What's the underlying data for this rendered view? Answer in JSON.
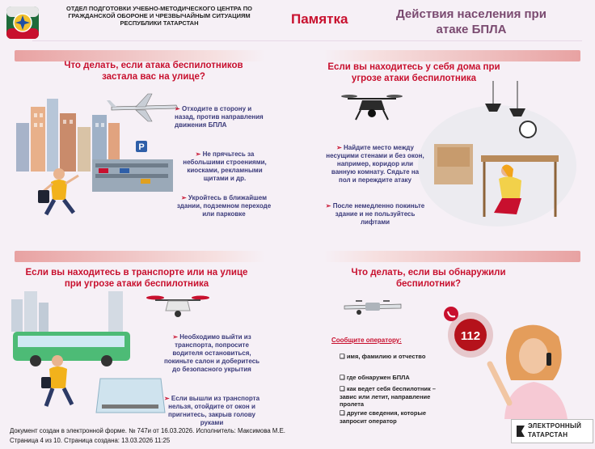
{
  "header": {
    "org": "ОТДЕЛ ПОДГОТОВКИ УЧЕБНО-МЕТОДИЧЕСКОГО ЦЕНТРА ПО ГРАЖДАНСКОЙ ОБОРОНЕ И ЧРЕЗВЫЧАЙНЫМ СИТУАЦИЯМ РЕСПУБЛИКИ ТАТАРСТАН",
    "pamyatka": "Памятка",
    "title": "Действия населения при атаке БПЛА"
  },
  "s1": {
    "heading": "Что делать, если атака беспилотников застала вас на улице?",
    "b1": "Отходите в сторону и назад, против направления движения БПЛА",
    "b2": "Не прячьтесь за небольшими строениями, киосками, рекламными щитами и др.",
    "b3": "Укройтесь в ближайшем здании, подземном переходе или парковке",
    "parking_sign": "P"
  },
  "s2": {
    "heading": "Если вы находитесь у себя дома при угрозе атаки беспилотника",
    "b1": "Найдите место между несущими стенами и без окон, например, коридор или ванную комнату. Сядьте на пол и переждите атаку",
    "b2": "После немедленно покиньте здание и не пользуйтесь лифтами"
  },
  "s3": {
    "heading": "Если вы находитесь в транспорте или на улице при угрозе атаки беспилотника",
    "b1": "Необходимо выйти из транспорта, попросите водителя остановиться, покиньте салон и доберитесь до безопасного укрытия",
    "b2": "Если вышли из транспорта нельзя, отойдите от окон и пригнитесь, закрыв голову руками"
  },
  "s4": {
    "heading": "Что делать, если вы обнаружили беспилотник?",
    "emergency": "112",
    "oper_title": "Сообщите оператору:",
    "items": [
      "имя, фамилию и отчество",
      "где обнаружен БПЛА",
      "как ведет себя беспилотник – завис или летит, направление пролета",
      "другие сведения, которые запросит оператор"
    ]
  },
  "footer": {
    "line1": "Документ создан в электронной форме. № 747и от 16.03.2026. Исполнитель: Максимова М.Е.",
    "line2": "Страница 4 из 10. Страница создана: 13.03.2026 11:25",
    "badge1": "ЭЛЕКТРОННЫЙ",
    "badge2": "ТАТАРСТАН"
  },
  "colors": {
    "accent": "#c8102e",
    "body": "#3a3a7a",
    "title": "#7a4a70",
    "band": "#e8a2a2"
  }
}
